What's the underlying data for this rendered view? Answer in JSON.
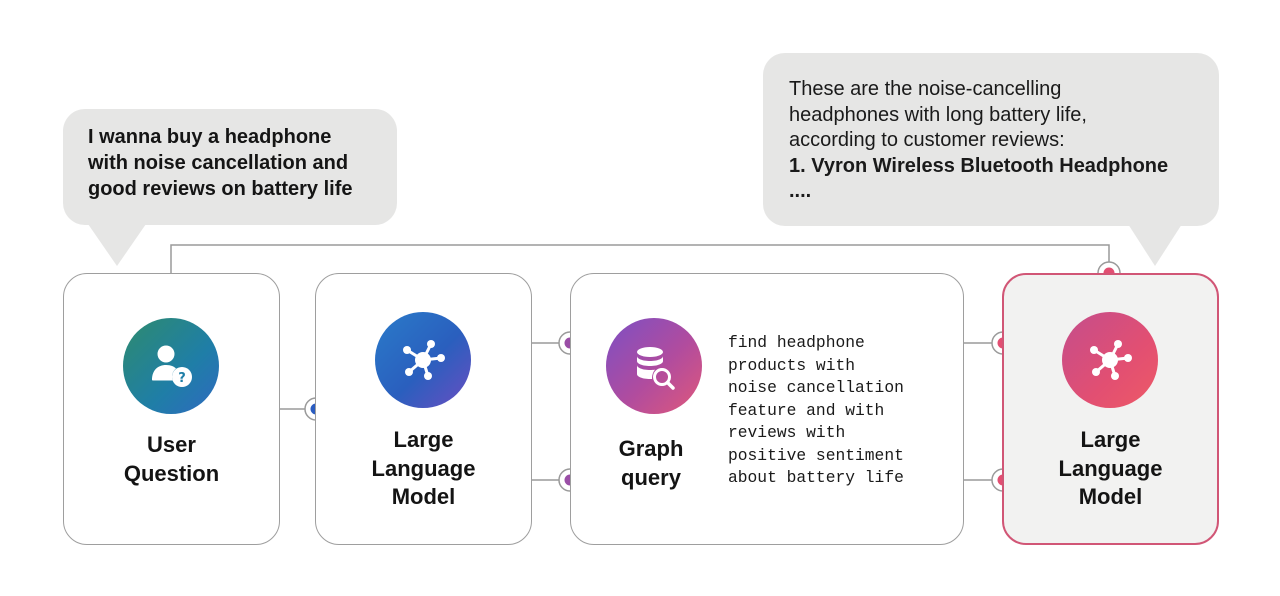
{
  "user_bubble": {
    "lines": [
      "I wanna buy a headphone",
      "with noise cancellation and",
      "good reviews on battery life"
    ]
  },
  "answer_bubble": {
    "lines": [
      "These are the noise-cancelling",
      "headphones with long battery life,",
      "according to customer reviews:"
    ],
    "product": "1. Vyron Wireless Bluetooth Headphone",
    "ellipsis": "...."
  },
  "nodes": {
    "user_question": {
      "label_line1": "User",
      "label_line2": "Question",
      "icon": "user-question-icon"
    },
    "llm_first": {
      "label_line1": "Large",
      "label_line2": "Language",
      "label_line3": "Model",
      "icon": "network-hub-icon"
    },
    "graph_query": {
      "label_line1": "Graph",
      "label_line2": "query",
      "icon": "database-search-icon",
      "query_lines": [
        "find headphone",
        "products with",
        "noise cancellation",
        "feature and with",
        "reviews with",
        "positive sentiment",
        "about battery life"
      ]
    },
    "llm_final": {
      "label_line1": "Large",
      "label_line2": "Language",
      "label_line3": "Model",
      "icon": "network-hub-icon"
    }
  },
  "colors": {
    "bubble": "#e6e6e5",
    "card_border": "#9e9e9e",
    "highlight_border": "#d15676",
    "highlight_fill": "#f2f2f1",
    "connector": "#9a9a9a",
    "dot_blue": "#2a5cc0",
    "dot_purple": "#9a4ea6",
    "dot_pink": "#e24f72"
  }
}
